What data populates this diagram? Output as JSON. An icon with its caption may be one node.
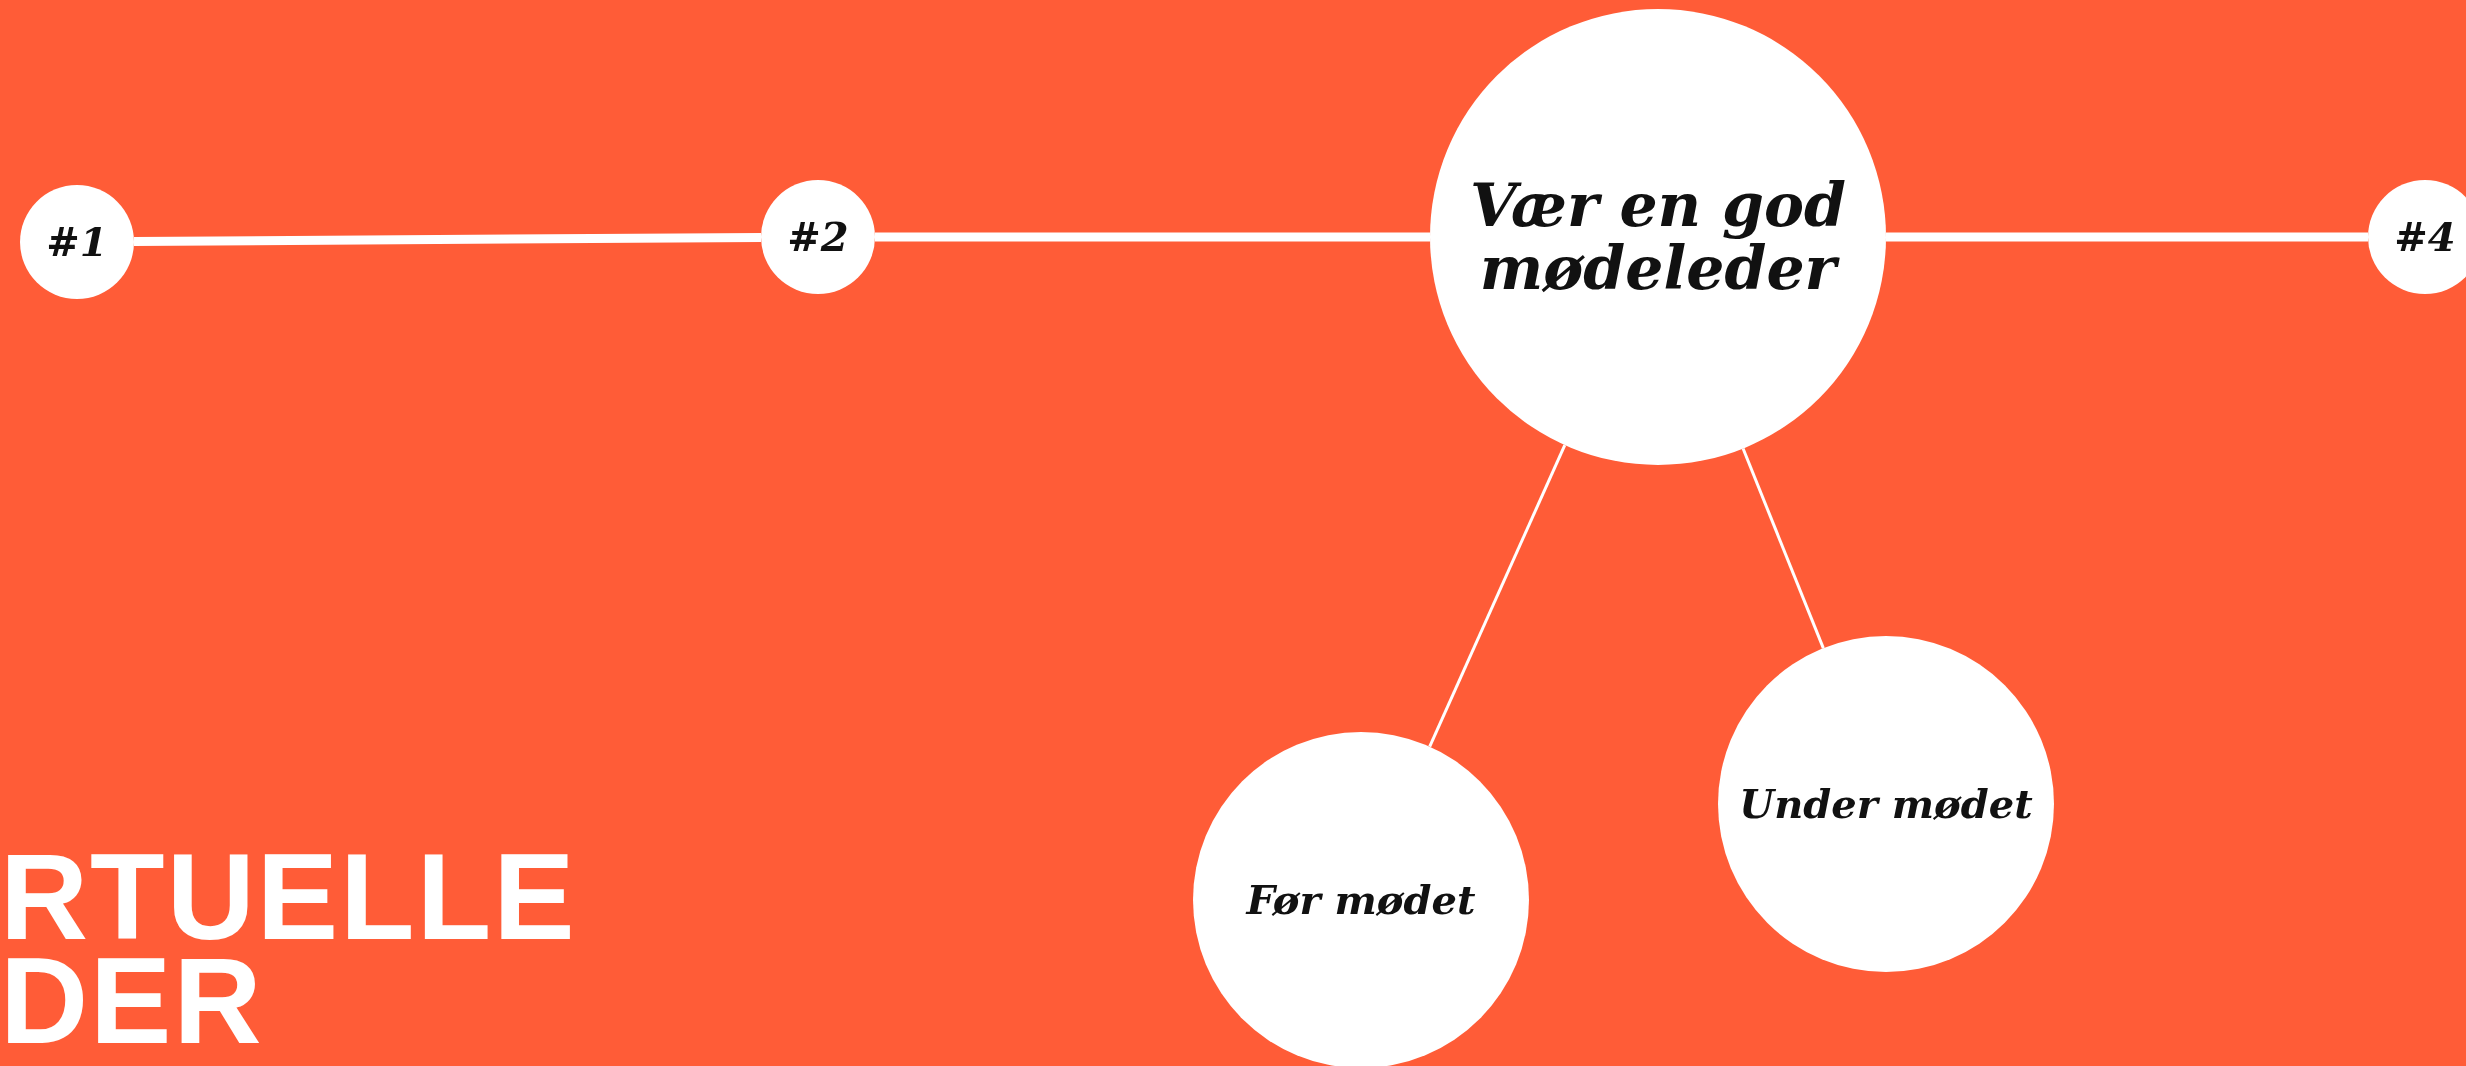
{
  "diagram": {
    "nodes": [
      {
        "text": [
          "#1"
        ]
      },
      {
        "text": [
          "#2"
        ]
      },
      {
        "text": [
          "Vær en god mødeleder"
        ]
      },
      {
        "text": [
          "#4"
        ]
      },
      {
        "text": [
          "Før mødet"
        ]
      },
      {
        "text": [
          "Under mødet"
        ]
      }
    ],
    "edges": [
      {
        "from": 0,
        "to": 1,
        "arrow": "none"
      },
      {
        "from": 1,
        "to": 2,
        "arrow": "none"
      },
      {
        "from": 2,
        "to": 3,
        "arrow": "none"
      },
      {
        "from": 2,
        "to": 4,
        "arrow": "none"
      },
      {
        "from": 2,
        "to": 5,
        "arrow": "none"
      }
    ],
    "labels": [
      "RTUELLE",
      "DER"
    ]
  }
}
